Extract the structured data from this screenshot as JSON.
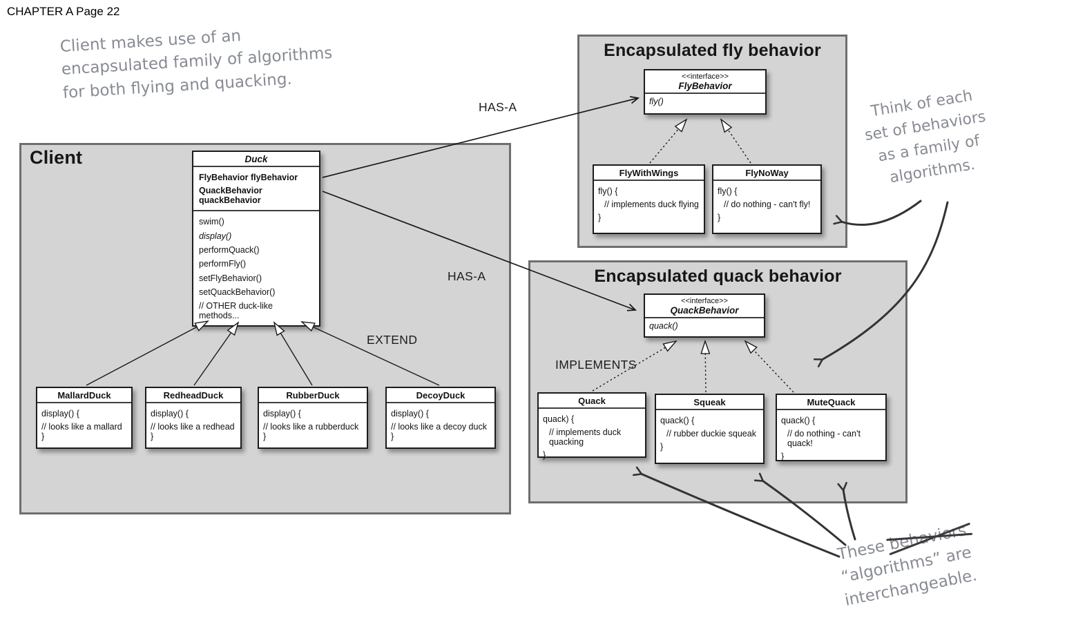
{
  "page": {
    "header": "CHAPTER A Page 22"
  },
  "colors": {
    "panel_bg": "#d4d4d4",
    "panel_border": "#6e6e6e",
    "ink": "#1a1a1a",
    "handwriting": "#878b93",
    "sketch_ink": "#333333"
  },
  "notes": {
    "client_note": {
      "line1": "Client makes use of an",
      "line2": "encapsulated family of algorithms",
      "line3": "for both flying and quacking."
    },
    "family_note": {
      "line1": "Think of each",
      "line2": "set of behaviors",
      "line3": "as a family of",
      "line4": "algorithms."
    },
    "interchangeable_note": {
      "line1_pre": "These ",
      "line1_struck": "behaviors",
      "line2": "“algorithms” are",
      "line3": "interchangeable."
    }
  },
  "labels": {
    "has_a_fly": "HAS-A",
    "has_a_quack": "HAS-A",
    "extend": "EXTEND",
    "implements": "IMPLEMENTS"
  },
  "panels": {
    "client": {
      "title": "Client"
    },
    "fly": {
      "title": "Encapsulated fly behavior"
    },
    "quack": {
      "title": "Encapsulated quack behavior"
    }
  },
  "classes": {
    "duck": {
      "title": "Duck",
      "fields": [
        "FlyBehavior flyBehavior",
        "QuackBehavior quackBehavior"
      ],
      "methods": [
        "swim()",
        "display()",
        "performQuack()",
        "performFly()",
        "setFlyBehavior()",
        "setQuackBehavior()",
        "// OTHER duck-like methods..."
      ]
    },
    "mallard": {
      "title": "MallardDuck",
      "body": [
        "display() {",
        "// looks like a mallard }"
      ]
    },
    "redhead": {
      "title": "RedheadDuck",
      "body": [
        "display() {",
        "// looks like a redhead }"
      ]
    },
    "rubber": {
      "title": "RubberDuck",
      "body": [
        "display() {",
        "// looks like a rubberduck }"
      ]
    },
    "decoy": {
      "title": "DecoyDuck",
      "body": [
        "display() {",
        "// looks like a decoy duck }"
      ]
    },
    "fly_behavior": {
      "stereotype": "<<interface>>",
      "title": "FlyBehavior",
      "method": "fly()"
    },
    "fly_with_wings": {
      "title": "FlyWithWings",
      "body": [
        "fly() {",
        "// implements duck flying",
        "}"
      ]
    },
    "fly_no_way": {
      "title": "FlyNoWay",
      "body": [
        "fly() {",
        "// do nothing - can't fly!",
        "}"
      ]
    },
    "quack_behavior": {
      "stereotype": "<<interface>>",
      "title": "QuackBehavior",
      "method": "quack()"
    },
    "quack": {
      "title": "Quack",
      "body": [
        "quack) {",
        "// implements duck quacking",
        "}"
      ]
    },
    "squeak": {
      "title": "Squeak",
      "body": [
        "quack() {",
        "// rubber duckie squeak",
        "}"
      ]
    },
    "mute_quack": {
      "title": "MuteQuack",
      "body": [
        "quack() {",
        "// do nothing - can't quack!",
        "}"
      ]
    }
  }
}
